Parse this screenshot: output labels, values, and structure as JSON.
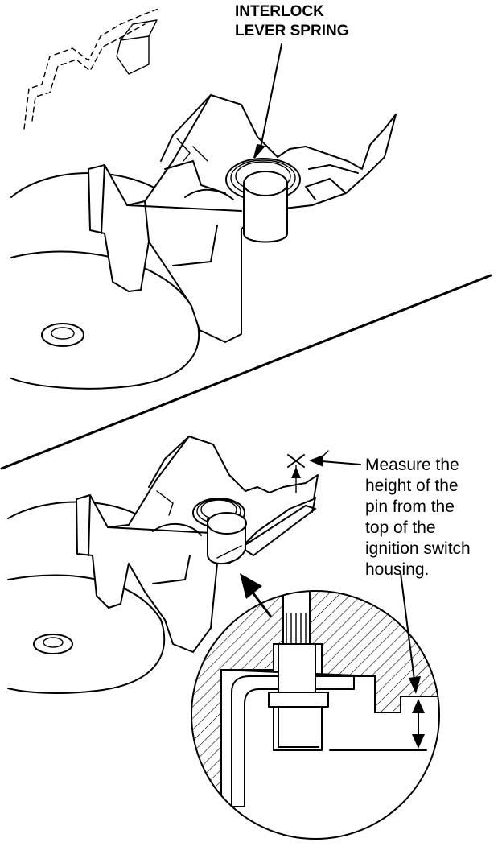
{
  "labels": {
    "top_callout": [
      "INTERLOCK",
      "LEVER SPRING"
    ],
    "bottom_callout": [
      "Measure the",
      "height of the",
      "pin from the",
      "top of the",
      "ignition switch",
      "housing."
    ]
  },
  "colors": {
    "ink": "#000000",
    "paper": "#ffffff"
  }
}
